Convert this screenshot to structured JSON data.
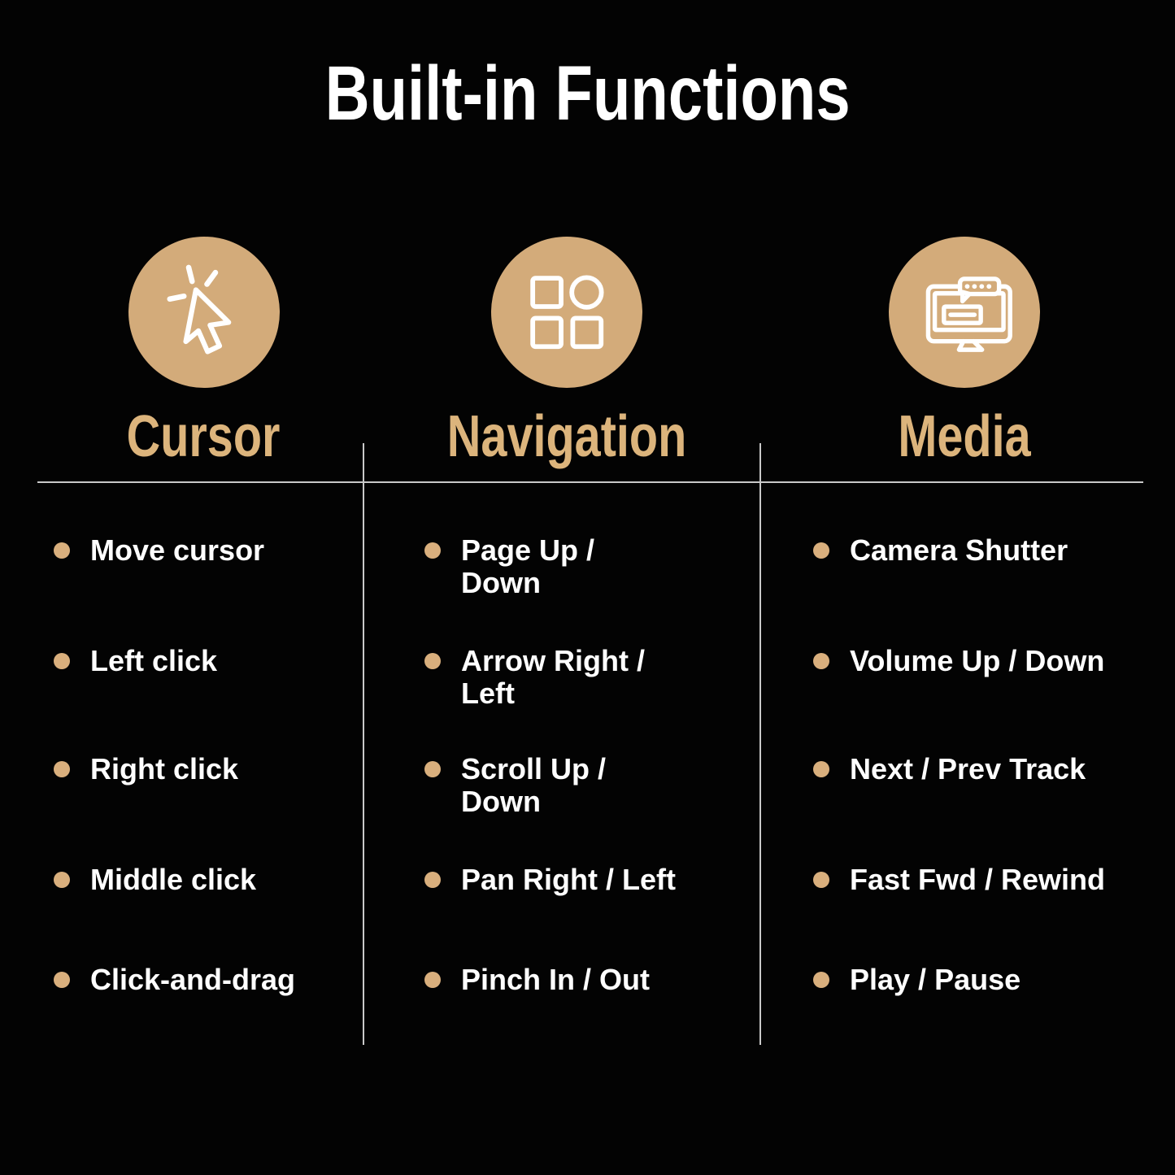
{
  "title": "Built-in Functions",
  "colors": {
    "background": "#030303",
    "circle_gold": "#d3ab7a",
    "heading_gold": "#dcb47c",
    "bullet_gold": "#d9af7d",
    "text_white": "#ffffff",
    "divider_gray": "#c9c9c9"
  },
  "columns": [
    {
      "id": "cursor",
      "icon": "cursor-click-icon",
      "heading": "Cursor",
      "items": [
        "Move cursor",
        "Left click",
        "Right click",
        "Middle click",
        "Click-and-drag"
      ]
    },
    {
      "id": "navigation",
      "icon": "app-grid-icon",
      "heading": "Navigation",
      "items": [
        "Page Up /\nDown",
        "Arrow Right /\nLeft",
        "Scroll Up /\nDown",
        "Pan Right / Left",
        "Pinch In / Out"
      ]
    },
    {
      "id": "media",
      "icon": "monitor-chat-icon",
      "heading": "Media",
      "items": [
        "Camera Shutter",
        "Volume Up / Down",
        "Next / Prev Track",
        "Fast Fwd / Rewind",
        "Play / Pause"
      ]
    }
  ]
}
